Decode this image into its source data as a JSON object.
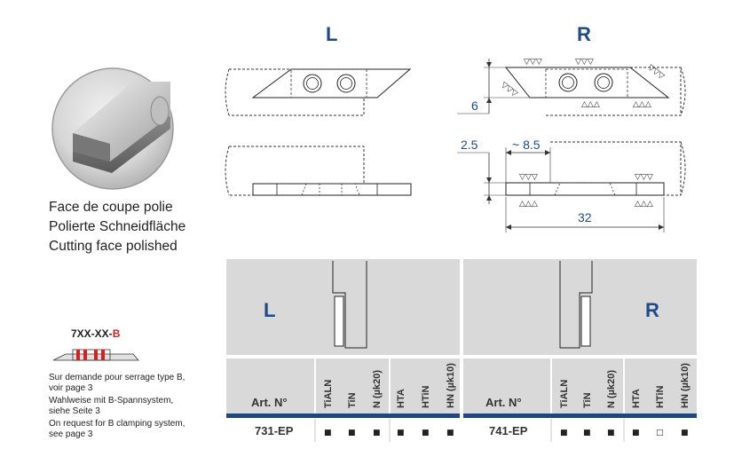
{
  "headers": {
    "left": "L",
    "right": "R"
  },
  "caption": {
    "fr": "Face de coupe polie",
    "de": "Polierte Schneidfläche",
    "en": "Cutting face polished"
  },
  "dimensions": {
    "height": "6",
    "offset": "2.5",
    "width_small": "~ 8.5",
    "length": "32"
  },
  "clamp": {
    "code_prefix": "7XX-XX-",
    "code_suffix": "B",
    "suffix_color": "#d42020",
    "notes": [
      "Sur demande pour serrage type B,",
      "voir page 3",
      "Wahlweise mit B-Spannsystem,",
      "siehe Seite 3",
      "On request for B clamping system,",
      "see page 3"
    ]
  },
  "table": {
    "left": {
      "letter": "L",
      "article_label": "Art. N°",
      "coatings": [
        "TiALN",
        "TiN",
        "N (µk20)",
        "HTA",
        "HTiN",
        "HN (µk10)"
      ],
      "article": "731-EP",
      "availability": [
        "■",
        "■",
        "■",
        "■",
        "■",
        "■"
      ]
    },
    "right": {
      "letter": "R",
      "article_label": "Art. N°",
      "coatings": [
        "TiALN",
        "TiN",
        "N (µk20)",
        "HTA",
        "HTiN",
        "HN (µk10)"
      ],
      "article": "741-EP",
      "availability": [
        "■",
        "■",
        "■",
        "■",
        "□",
        "■"
      ]
    }
  },
  "colors": {
    "accent": "#1f4a8a",
    "panel_gray": "#d9d9d9",
    "band_blue": "#24457a"
  }
}
